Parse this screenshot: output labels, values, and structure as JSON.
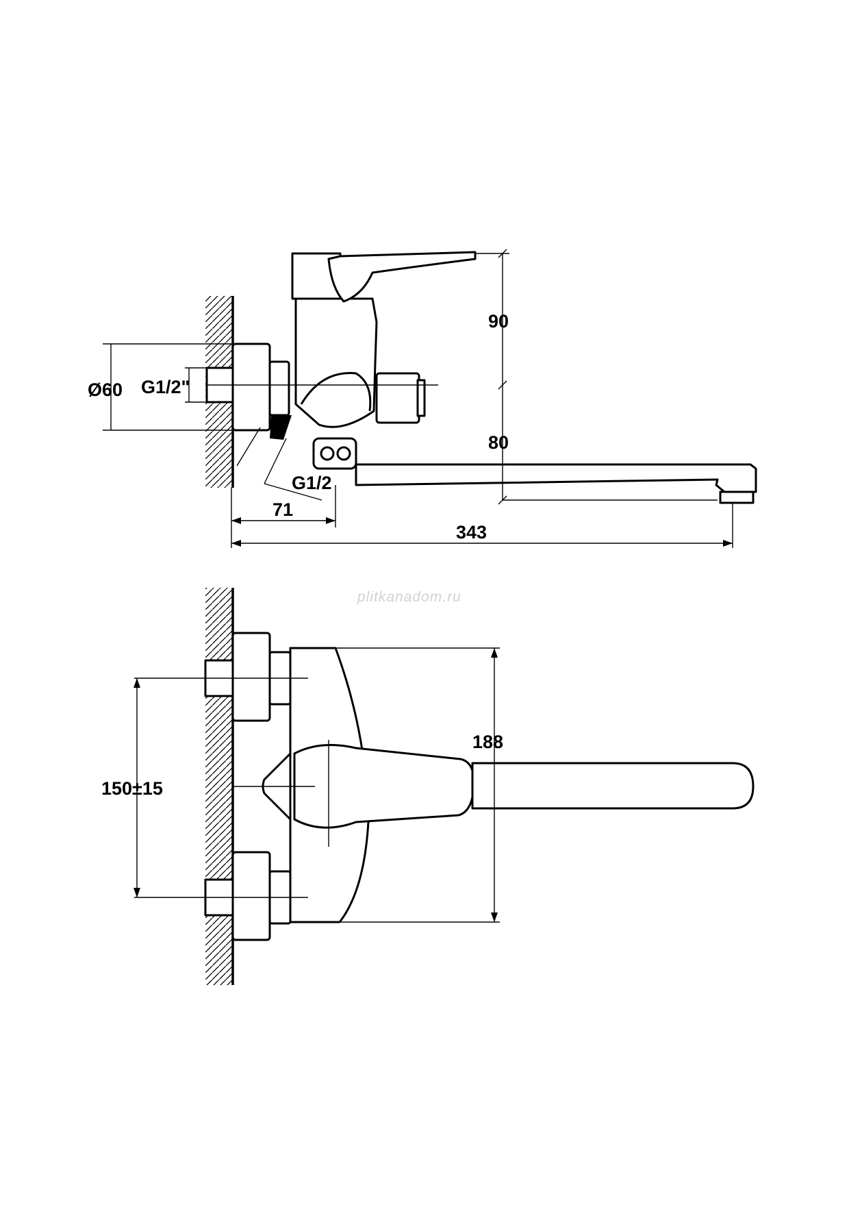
{
  "side_view": {
    "dim_height_lever": "90",
    "dim_height_spout": "80",
    "dim_flange_diameter": "Ø60",
    "dim_thread_inlet": "G1/2\"",
    "dim_thread_outlet": "G1/2",
    "dim_depth_body": "71",
    "dim_spout_length": "343"
  },
  "front_view": {
    "dim_body_height": "188",
    "dim_inlet_spacing": "150±15"
  },
  "watermark": "plitkanadom.ru",
  "colors": {
    "line": "#000000",
    "watermark": "#d2d2d2",
    "background": "#ffffff"
  }
}
